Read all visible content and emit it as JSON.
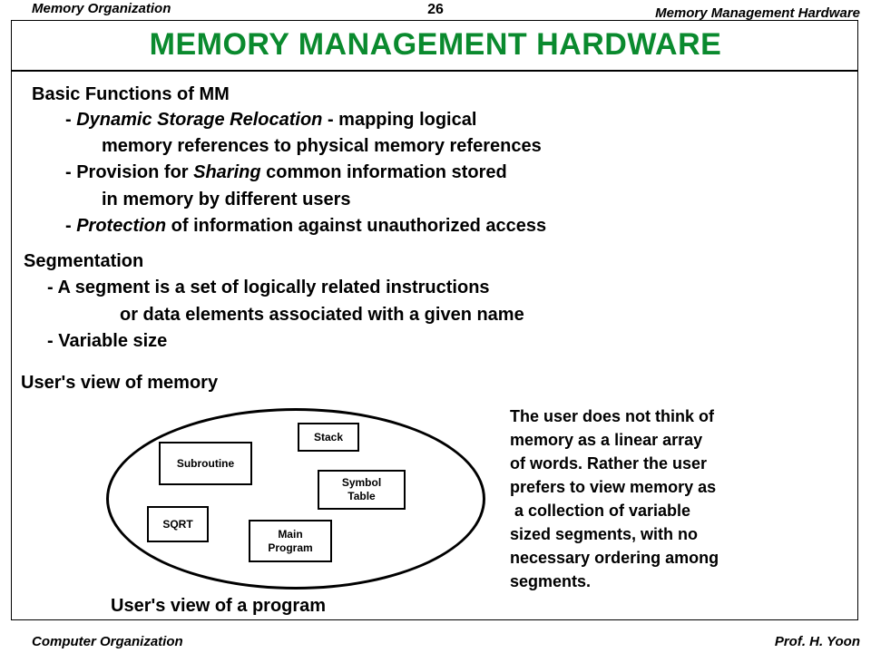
{
  "header": {
    "left": "Memory Organization",
    "page": "26",
    "right": "Memory Management Hardware"
  },
  "title": "MEMORY  MANAGEMENT HARDWARE",
  "basic": {
    "heading": "Basic Functions of MM",
    "l1_dash": "- ",
    "l1_italic": "Dynamic Storage Relocation",
    "l1_rest": "  - mapping logical",
    "l2": "memory references to physical memory references",
    "l3_pre": "- Provision for ",
    "l3_italic": "Sharing",
    "l3_rest": "  common information stored",
    "l4": "in memory by different users",
    "l5_dash": "- ",
    "l5_italic": "Protection",
    "l5_rest": "  of information against unauthorized access"
  },
  "segmentation": {
    "heading": "Segmentation",
    "l1": "- A segment is a set of logically related instructions",
    "l2": "or data elements associated with a given name",
    "l3": "- Variable size"
  },
  "users_view": {
    "heading": "User's view of memory",
    "caption": "User's view of a program",
    "segments": {
      "stack": "Stack",
      "subroutine": "Subroutine",
      "symbol_table_1": "Symbol",
      "symbol_table_2": "Table",
      "sqrt": "SQRT",
      "main_1": "Main",
      "main_2": "Program"
    }
  },
  "note": [
    "The user does not think of",
    "memory as a linear array",
    "of words. Rather the user",
    "prefers to view memory as",
    " a collection of variable",
    "sized segments, with no",
    "necessary ordering among",
    "segments."
  ],
  "footer": {
    "left": "Computer Organization",
    "right": "Prof.  H. Yoon"
  },
  "colors": {
    "title": "#0a8a2e"
  }
}
